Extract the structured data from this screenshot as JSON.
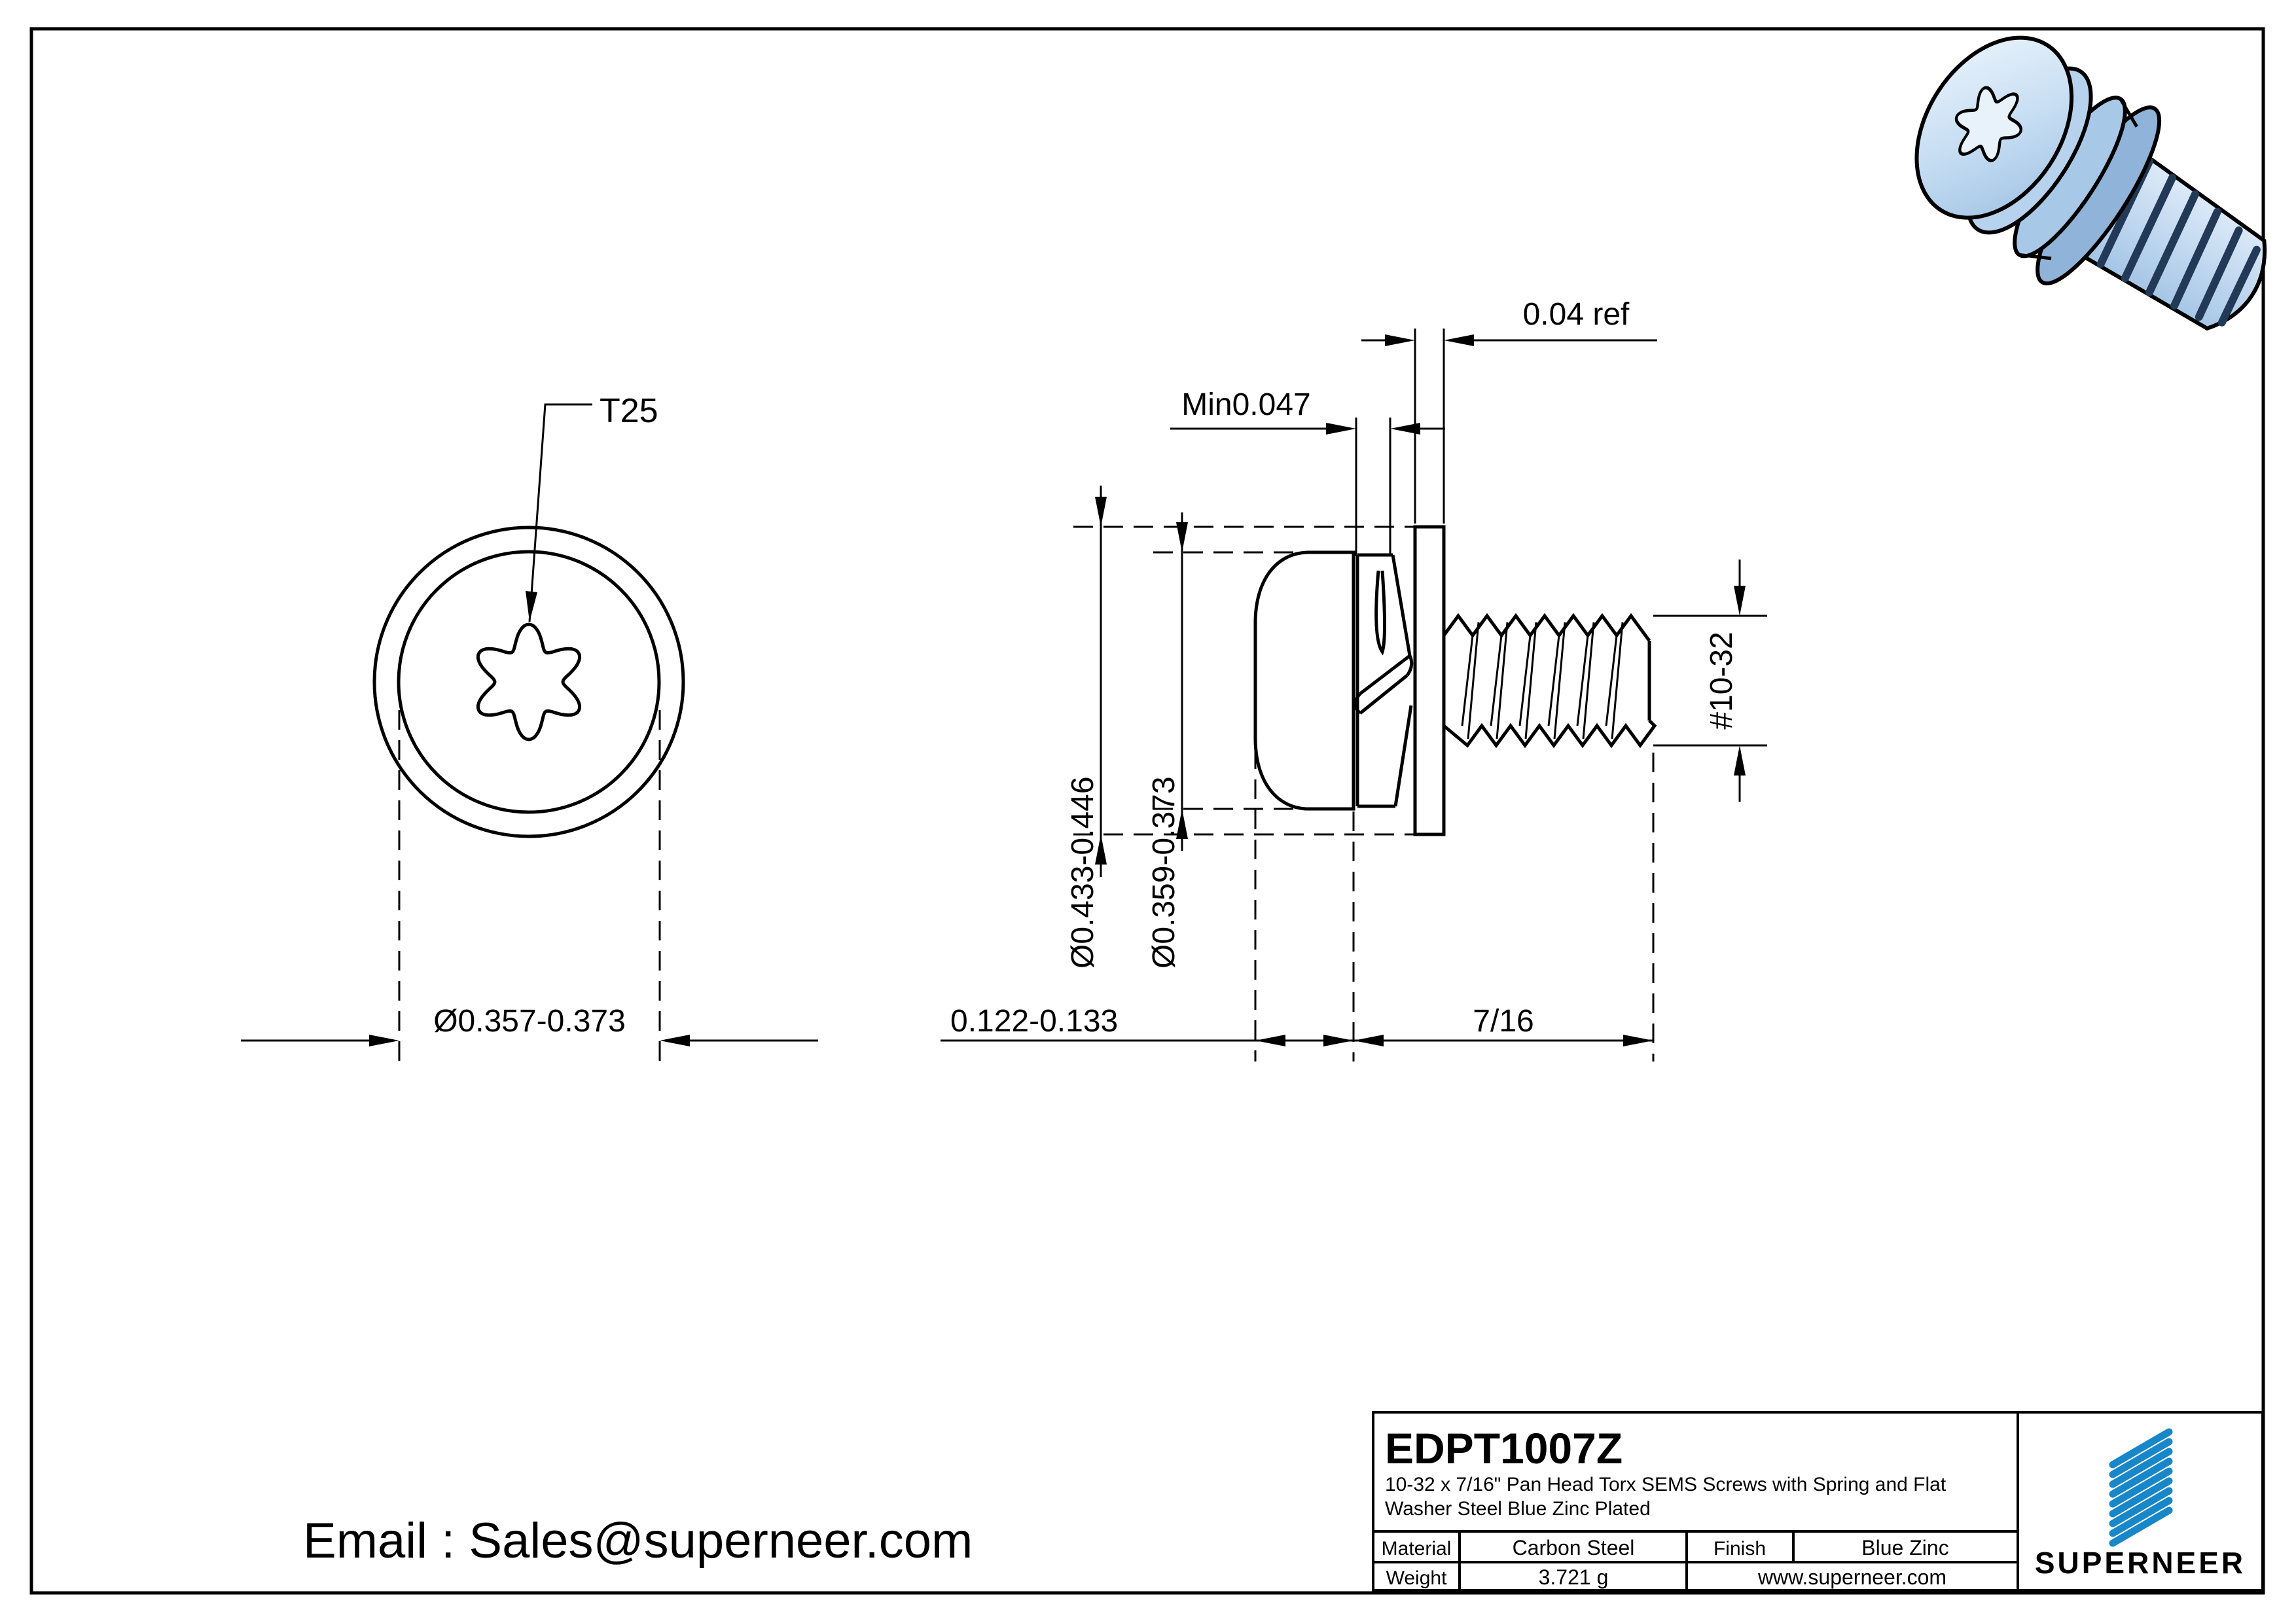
{
  "front_view": {
    "torx_label": "T25",
    "head_dia_dim": "Ø0.357-0.373"
  },
  "side_view": {
    "washer_od_dim": "Ø0.433-0.446",
    "head_od_dim": "Ø0.359-0.373",
    "spring_washer_min_dim": "Min0.047",
    "flat_washer_thickness_dim": "0.04 ref",
    "thread_spec_dim": "#10-32",
    "head_height_dim": "0.122-0.133",
    "thread_length_dim": "7/16"
  },
  "contact": {
    "email_line": "Email : Sales@superneer.com"
  },
  "title_block": {
    "part_number": "EDPT1007Z",
    "description_line1": "10-32 x 7/16\" Pan Head Torx SEMS Screws with Spring and Flat",
    "description_line2": "Washer Steel Blue Zinc Plated",
    "material_label": "Material",
    "material_value": "Carbon Steel",
    "finish_label": "Finish",
    "finish_value": "Blue Zinc",
    "weight_label": "Weight",
    "weight_value": "3.721 g",
    "website": "www.superneer.com",
    "brand_name": "SUPERNEER",
    "accent_color": "#1787c9"
  }
}
